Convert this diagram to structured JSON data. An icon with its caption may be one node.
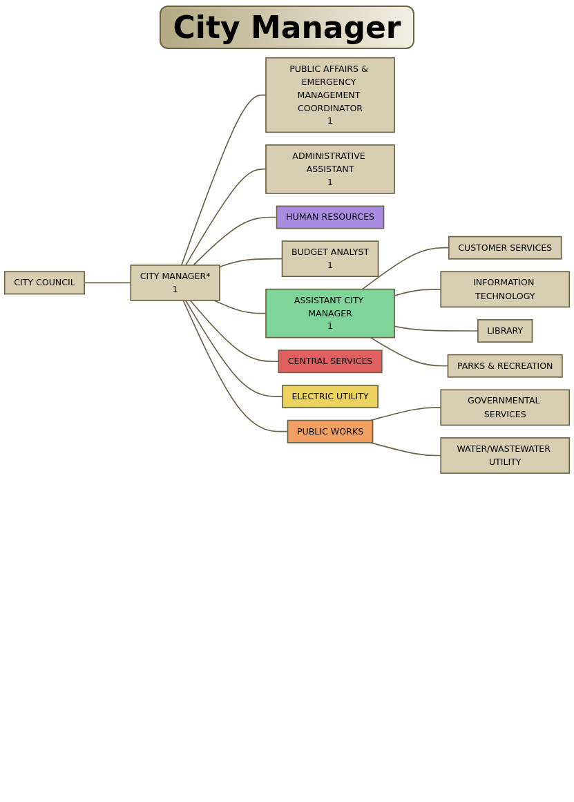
{
  "diagram": {
    "title": "City Manager",
    "nodes": [
      {
        "text": [
          "CITY COUNCIL"
        ]
      },
      {
        "text": [
          "CITY MANAGER*",
          "1"
        ]
      },
      {
        "text": [
          "PUBLIC AFFAIRS & EMERGENCY MANAGEMENT COORDINATOR",
          "1"
        ]
      },
      {
        "text": [
          "ADMINISTRATIVE ASSISTANT",
          "1"
        ]
      },
      {
        "text": [
          "HUMAN RESOURCES"
        ]
      },
      {
        "text": [
          "BUDGET ANALYST",
          "1"
        ]
      },
      {
        "text": [
          "ASSISTANT CITY MANAGER",
          "1"
        ]
      },
      {
        "text": [
          "CENTRAL SERVICES"
        ]
      },
      {
        "text": [
          "ELECTRIC UTILITY"
        ]
      },
      {
        "text": [
          "CUSTOMER SERVICES"
        ]
      },
      {
        "text": [
          "INFORMATION TECHNOLOGY"
        ]
      },
      {
        "text": [
          "PUBLIC WORKS"
        ]
      },
      {
        "text": [
          "GOVERNMENTAL SERVICES"
        ]
      },
      {
        "text": [
          "LIBRARY"
        ]
      },
      {
        "text": [
          "WATER/WASTEWATER UTILITY"
        ]
      },
      {
        "text": [
          "PARKS & RECREATION"
        ]
      }
    ],
    "edges": [
      {
        "from": 0,
        "to": 1,
        "arrow": "none"
      },
      {
        "from": 1,
        "to": 2,
        "arrow": "none"
      },
      {
        "from": 1,
        "to": 3,
        "arrow": "none"
      },
      {
        "from": 1,
        "to": 4,
        "arrow": "none"
      },
      {
        "from": 1,
        "to": 5,
        "arrow": "none"
      },
      {
        "from": 1,
        "to": 6,
        "arrow": "none"
      },
      {
        "from": 1,
        "to": 7,
        "arrow": "none"
      },
      {
        "from": 1,
        "to": 8,
        "arrow": "none"
      },
      {
        "from": 1,
        "to": 11,
        "arrow": "none"
      },
      {
        "from": 6,
        "to": 9,
        "arrow": "none"
      },
      {
        "from": 6,
        "to": 10,
        "arrow": "none"
      },
      {
        "from": 6,
        "to": 13,
        "arrow": "none"
      },
      {
        "from": 6,
        "to": 15,
        "arrow": "none"
      },
      {
        "from": 11,
        "to": 12,
        "arrow": "none"
      },
      {
        "from": 11,
        "to": 14,
        "arrow": "none"
      }
    ]
  }
}
